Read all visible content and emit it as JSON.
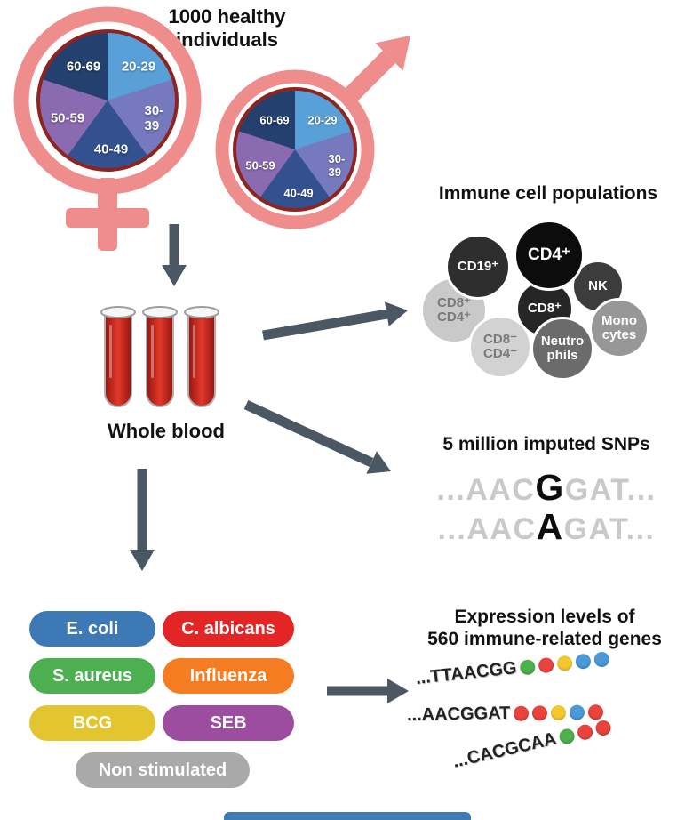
{
  "header": {
    "title": "1000 healthy\nindividuals"
  },
  "demographics": {
    "age_groups": [
      "20-29",
      "30-39",
      "40-49",
      "50-59",
      "60-69"
    ],
    "pie_colors": {
      "20-29": "#5aa0d8",
      "30-39": "#7679bd",
      "40-49": "#33508f",
      "50-59": "#8a6ab0",
      "60-69": "#23406e"
    },
    "symbol_color": "#ef8c8c"
  },
  "blood": {
    "label": "Whole blood",
    "tube_color": "#c6271b"
  },
  "immune_cells": {
    "title": "Immune cell populations",
    "cells": [
      {
        "label": "CD19⁺",
        "bg": "#2e2e2e"
      },
      {
        "label": "CD4⁺",
        "bg": "#0c0c0c"
      },
      {
        "label": "NK",
        "bg": "#3c3c3c"
      },
      {
        "label": "CD8⁺\nCD4⁺",
        "bg": "#c9c9c9"
      },
      {
        "label": "CD8⁺",
        "bg": "#262626"
      },
      {
        "label": "Mono\ncytes",
        "bg": "#979797"
      },
      {
        "label": "CD8⁻\nCD4⁻",
        "bg": "#d2d2d2"
      },
      {
        "label": "Neutro\nphils",
        "bg": "#6b6b6b"
      }
    ]
  },
  "snps": {
    "title": "5 million imputed SNPs",
    "sequences": [
      {
        "pre": "...AAC",
        "variant": "G",
        "post": "GAT..."
      },
      {
        "pre": "...AAC",
        "variant": "A",
        "post": "GAT..."
      }
    ]
  },
  "stimuli": {
    "items": [
      {
        "label": "E. coli",
        "color": "#3d79b4"
      },
      {
        "label": "C. albicans",
        "color": "#e32526"
      },
      {
        "label": "S. aureus",
        "color": "#4caf50"
      },
      {
        "label": "Influenza",
        "color": "#f57c20"
      },
      {
        "label": "BCG",
        "color": "#e3c52f"
      },
      {
        "label": "SEB",
        "color": "#9c4d9f"
      },
      {
        "label": "Non stimulated",
        "color": "#a9a9a9"
      }
    ]
  },
  "expression": {
    "title": "Expression levels of\n560 immune-related genes",
    "sequences": [
      {
        "text": "...TTAACGG",
        "dots": [
          "#4db04c",
          "#e8433c",
          "#f3c72f",
          "#4a99d9",
          "#4a99d9"
        ]
      },
      {
        "text": "...AACGGAT",
        "dots": [
          "#e8433c",
          "#e8433c",
          "#f3c72f",
          "#4a99d9",
          "#e8433c"
        ]
      },
      {
        "text": "...CACGCAA",
        "dots": [
          "#4db04c",
          "#e8433c",
          "#e8433c"
        ]
      }
    ]
  },
  "colors": {
    "arrow": "#4b5763"
  }
}
